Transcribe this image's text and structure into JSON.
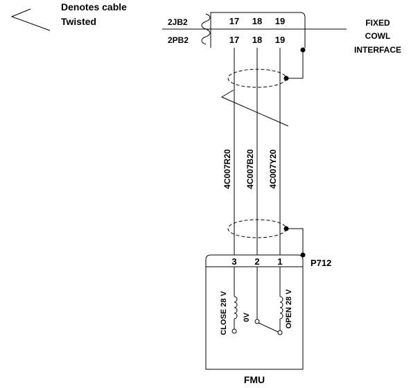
{
  "legend": {
    "line1": "Denotes cable",
    "line2": "Twisted"
  },
  "interface": {
    "jack": "2JB2",
    "plug": "2PB2",
    "jack_pins": [
      "17",
      "18",
      "19"
    ],
    "plug_pins": [
      "17",
      "18",
      "19"
    ],
    "label_lines": [
      "FIXED",
      "COWL",
      "INTERFACE"
    ]
  },
  "wires": [
    "4C007R20",
    "4C007B20",
    "4C007Y20"
  ],
  "connector": {
    "name": "P712",
    "pins": [
      "3",
      "2",
      "1"
    ]
  },
  "fmu": {
    "name": "FMU",
    "close_label": "CLOSE 28 V",
    "open_label": "OPEN 28 V",
    "zero_label": "0V"
  },
  "colors": {
    "line": "#000000",
    "background": "#ffffff"
  },
  "icons": [
    "twisted-cable-symbol-icon",
    "shield-ground-dot-icon",
    "coil-icon"
  ]
}
